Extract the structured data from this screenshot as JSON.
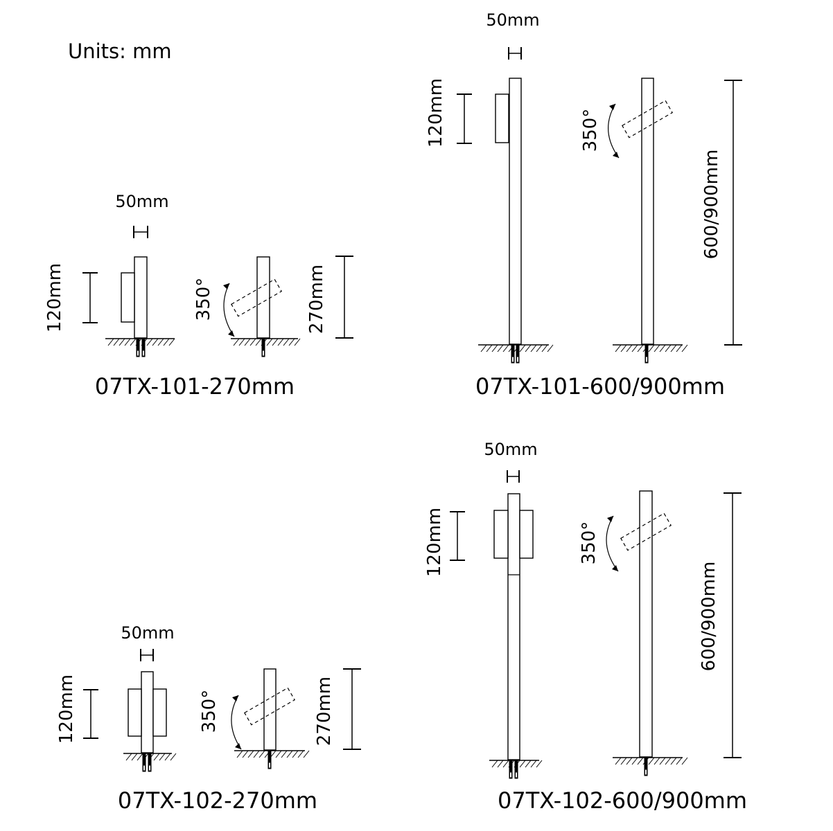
{
  "units_label": "Units: mm",
  "figures": [
    {
      "model": "07TX-101-270mm",
      "width_label": "50mm",
      "head_label": "120mm",
      "rotation_label": "350°",
      "height_label": "270mm"
    },
    {
      "model": "07TX-101-600/900mm",
      "width_label": "50mm",
      "head_label": "120mm",
      "rotation_label": "350°",
      "height_label": "600/900mm"
    },
    {
      "model": "07TX-102-270mm",
      "width_label": "50mm",
      "head_label": "120mm",
      "rotation_label": "350°",
      "height_label": "270mm"
    },
    {
      "model": "07TX-102-600/900mm",
      "width_label": "50mm",
      "head_label": "120mm",
      "rotation_label": "350°",
      "height_label": "600/900mm"
    }
  ]
}
